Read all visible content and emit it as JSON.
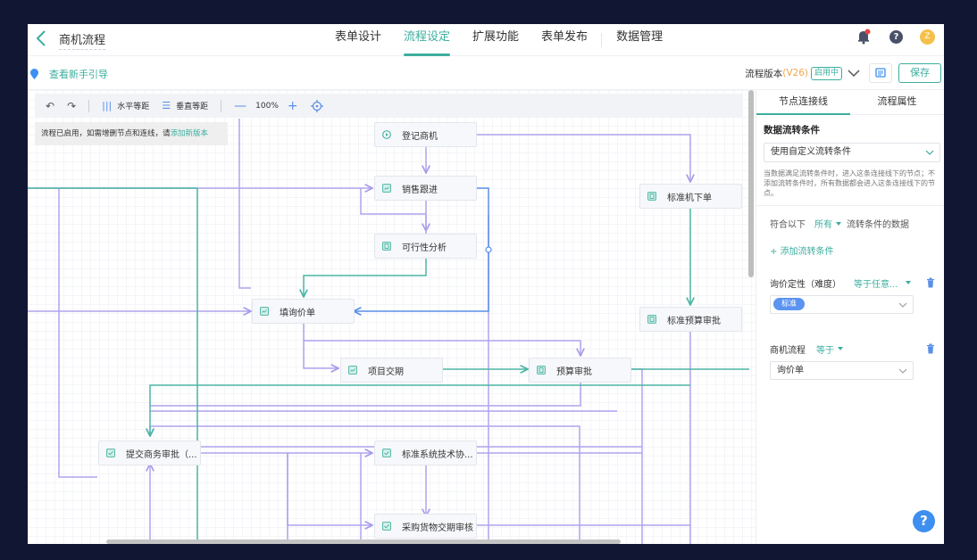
{
  "header": {
    "back_icon": "chevron-left-icon",
    "app_title": "商机流程",
    "nav": [
      {
        "label": "表单设计",
        "active": false
      },
      {
        "label": "流程设定",
        "active": true
      },
      {
        "label": "扩展功能",
        "active": false
      },
      {
        "label": "表单发布",
        "active": false
      },
      {
        "label": "数据管理",
        "active": false
      }
    ],
    "icons": {
      "notification": "bell-icon",
      "help": "?",
      "avatar": "Z"
    },
    "colors": {
      "accent": "#3cae9f",
      "badge_dot": "#e54545",
      "avatar": "#f5c04a"
    }
  },
  "subbar": {
    "guide_label": "查看新手引导",
    "version_label": "流程版本",
    "version_number": "(V26)",
    "version_status": "启用中",
    "save_label": "保存"
  },
  "toolbar": {
    "horizontal_label": "水平等距",
    "vertical_label": "垂直等距",
    "zoom_level": "100%"
  },
  "notice": {
    "text": "流程已启用，如需增删节点和连线，请",
    "link": "添加新版本"
  },
  "nodes": [
    {
      "id": "n1",
      "label": "登记商机",
      "icon": "play-icon"
    },
    {
      "id": "n2",
      "label": "销售跟进",
      "icon": "form-icon"
    },
    {
      "id": "n3",
      "label": "可行性分析",
      "icon": "approval-icon"
    },
    {
      "id": "n4",
      "label": "标准机下单",
      "icon": "approval-icon"
    },
    {
      "id": "n5",
      "label": "填询价单",
      "icon": "form-icon"
    },
    {
      "id": "n6",
      "label": "标准预算审批",
      "icon": "approval-icon"
    },
    {
      "id": "n7",
      "label": "项目交期",
      "icon": "form-icon"
    },
    {
      "id": "n8",
      "label": "预算审批",
      "icon": "approval-icon"
    },
    {
      "id": "n9",
      "label": "提交商务审批（...",
      "icon": "check-icon"
    },
    {
      "id": "n10",
      "label": "标准系统技术协...",
      "icon": "check-icon"
    },
    {
      "id": "n11",
      "label": "采购货物交期审核",
      "icon": "check-icon"
    }
  ],
  "panel": {
    "tabs": [
      {
        "label": "节点连接线",
        "active": true
      },
      {
        "label": "流程属性",
        "active": false
      }
    ],
    "section_title": "数据流转条件",
    "condition_mode": "使用自定义流转条件",
    "hint": "当数据满足流转条件时，进入这条连接线下的节点；不添加流转条件时，所有数据都会进入这条连接线下的节点。",
    "match_prefix": "符合以下",
    "match_mode": "所有",
    "match_suffix": "流转条件的数据",
    "add_condition": "+ 添加流转条件",
    "conditions": [
      {
        "field": "询价定性（难度）",
        "operator": "等于任意...",
        "value_tag": "标准"
      },
      {
        "field": "商机流程",
        "operator": "等于",
        "value": "询价单"
      }
    ]
  },
  "floating_help": "?"
}
